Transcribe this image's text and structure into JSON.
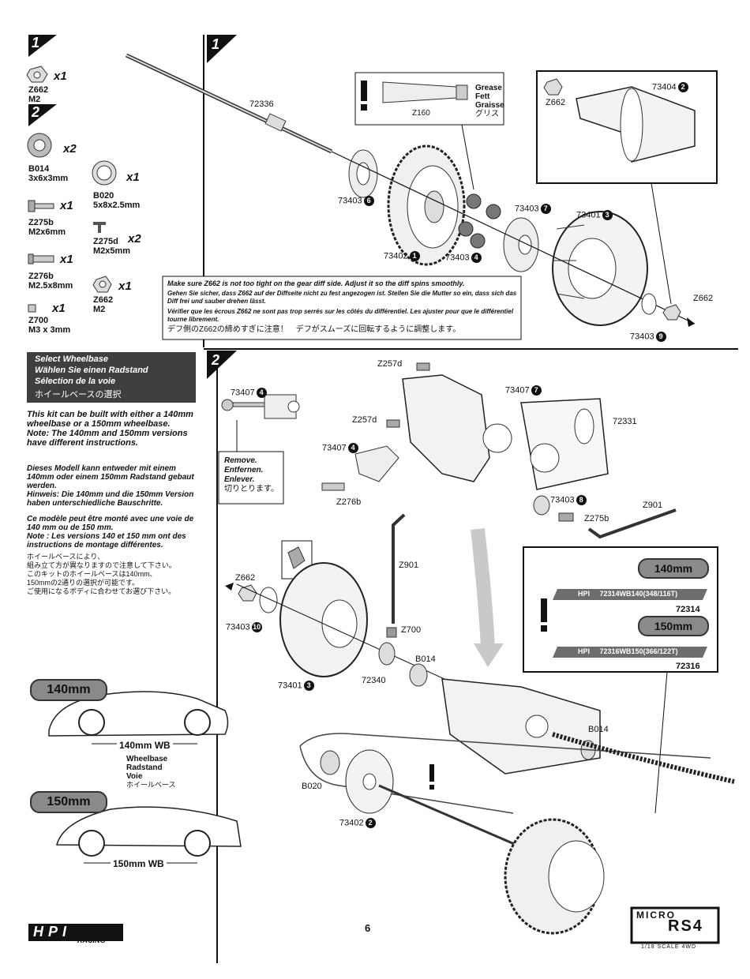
{
  "left_panel": {
    "step1_num": "1",
    "step2_num": "2",
    "parts_step1": [
      {
        "code": "Z662\nM2",
        "qty": "x1"
      }
    ],
    "parts_step2": [
      {
        "code": "B014\n3x6x3mm",
        "qty": "x2"
      },
      {
        "code": "B020\n5x8x2.5mm",
        "qty": "x1"
      },
      {
        "code": "Z275b\nM2x6mm",
        "qty": "x1"
      },
      {
        "code": "Z275d\nM2x5mm",
        "qty": "x2"
      },
      {
        "code": "Z276b\nM2.5x8mm",
        "qty": "x1"
      },
      {
        "code": "Z662\nM2",
        "qty": "x1"
      },
      {
        "code": "Z700\nM3 x 3mm",
        "qty": "x1"
      }
    ],
    "select_wheelbase": {
      "lines": [
        "Select Wheelbase",
        "Wählen Sie einen Radstand",
        "Sélection de la voie",
        "ホイールベースの選択"
      ]
    },
    "info_en": "This kit can be built with either a 140mm wheelbase or a 150mm wheelbase.\nNote: The 140mm and 150mm versions have different instructions.",
    "info_de": "Dieses Modell kann entweder mit einem 140mm oder einem 150mm Radstand gebaut werden.\nHinweis: Die 140mm und die 150mm Version haben unterschiedliche Bauschritte.",
    "info_fr": "Ce modèle peut être monté avec une voie de 140 mm ou de 150 mm.\nNote : Les versions 140 et 150 mm ont des instructions de montage différentes.",
    "info_jp": "ホイールベースにより、\n組み立て方が異なりますので注意して下さい。\nこのキットのホイールベースは140mm、\n150mmの2通りの選択が可能です。\nご使用になるボディに合わせてお選び下さい。",
    "car1_label": "140mm",
    "car1_wb": "140mm WB",
    "wheelbase_terms": [
      "Wheelbase",
      "Radstand",
      "Voie",
      "ホイールベース"
    ],
    "car2_label": "150mm",
    "car2_wb": "150mm WB"
  },
  "step1": {
    "num": "1",
    "grease_box": {
      "code": "Z160",
      "labels": [
        "Grease",
        "Fett",
        "Graisse",
        "グリス"
      ]
    },
    "parts": {
      "shaft": "72336",
      "diff_gear6": "73403",
      "diff_gear6_n": "6",
      "gear1": "73402",
      "gear1_n": "1",
      "gear4": "73403",
      "gear4_n": "4",
      "gear7": "73403",
      "gear7_n": "7",
      "case3": "73401",
      "case3_n": "3",
      "nut": "Z662",
      "washer9": "73403",
      "washer9_n": "9"
    },
    "inset": {
      "nut": "Z662",
      "part": "73404",
      "part_n": "2"
    },
    "warning": {
      "en": "Make sure Z662 is not too tight on the gear diff side. Adjust it so the diff spins smoothly.",
      "de": "Gehen Sie sicher, dass Z662 auf der Diffseite nicht zu fest angezogen ist. Stellen Sie die Mutter so ein, dass sich das Diff frei und sauber drehen lässt.",
      "fr": "Vérifier que les écrous Z662 ne sont pas trop serrés sur les côtés du différentiel. Les ajuster pour que le différentiel tourne librement.",
      "jp": "デフ側のZ662の締めすぎに注意！　デフがスムーズに回転するように調整します。"
    }
  },
  "step2": {
    "num": "2",
    "parts": {
      "z257d_top": "Z257d",
      "z257d_mid": "Z257d",
      "p73407_4": "73407",
      "p73407_4_n": "4",
      "p73407_7": "73407",
      "p73407_7_n": "7",
      "p72331": "72331",
      "p73407_4b": "73407",
      "p73407_4b_n": "4",
      "z276b": "Z276b",
      "p73403_8": "73403",
      "p73403_8_n": "8",
      "z275b": "Z275b",
      "z901_a": "Z901",
      "z901_b": "Z901",
      "z662": "Z662",
      "p73403_10": "73403",
      "p73403_10_n": "10",
      "z700": "Z700",
      "b014_a": "B014",
      "p72340": "72340",
      "p73401_3": "73401",
      "p73401_3_n": "3",
      "b014_b": "B014",
      "b020": "B020",
      "p73402_2": "73402",
      "p73402_2_n": "2"
    },
    "remove_box": [
      "Remove.",
      "Entfernen.",
      "Enlever.",
      "切りとります。"
    ],
    "belt_box": {
      "size1": "140mm",
      "belt1": "HPI     72314WB140(348/116T)",
      "code1": "72314",
      "size2": "150mm",
      "belt2": "HPI     72316WB150(366/122T)",
      "code2": "72316"
    }
  },
  "footer": {
    "page_number": "6",
    "hpi_logo": "HPI",
    "racing": "RACING",
    "micro": "MICRO",
    "rs4": "RS4",
    "scale": "1/18 SCALE 4WD"
  }
}
